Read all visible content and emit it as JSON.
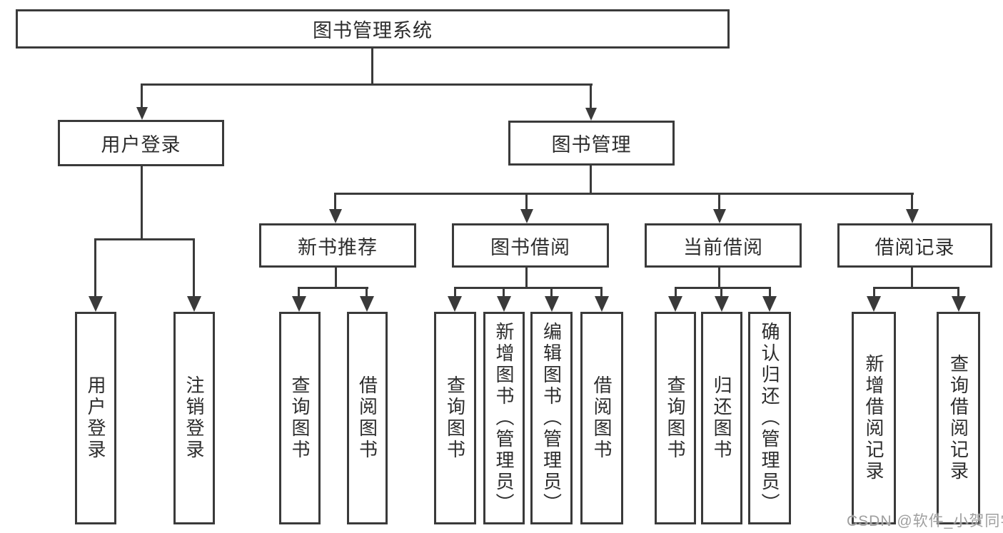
{
  "tree": {
    "label": "图书管理系统",
    "children": [
      {
        "label": "用户登录",
        "children": [
          {
            "label": "用户登录"
          },
          {
            "label": "注销登录"
          }
        ]
      },
      {
        "label": "图书管理",
        "children": [
          {
            "label": "新书推荐",
            "children": [
              {
                "label": "查询图书"
              },
              {
                "label": "借阅图书"
              }
            ]
          },
          {
            "label": "图书借阅",
            "children": [
              {
                "label": "查询图书"
              },
              {
                "label": "新增图书（管理员）"
              },
              {
                "label": "编辑图书（管理员）"
              },
              {
                "label": "借阅图书"
              }
            ]
          },
          {
            "label": "当前借阅",
            "children": [
              {
                "label": "查询图书"
              },
              {
                "label": "归还图书"
              },
              {
                "label": "确认归还（管理员）"
              }
            ]
          },
          {
            "label": "借阅记录",
            "children": [
              {
                "label": "新增借阅记录"
              },
              {
                "label": "查询借阅记录"
              }
            ]
          }
        ]
      }
    ]
  },
  "watermark": {
    "text": "CSDN @软件_小贺同学"
  },
  "colors": {
    "line": "#3a3a3a",
    "text": "#2d2d2d",
    "watermark": "#9f9f9f",
    "box-bg": "#ffffff",
    "page-bg": "#ffffff"
  }
}
